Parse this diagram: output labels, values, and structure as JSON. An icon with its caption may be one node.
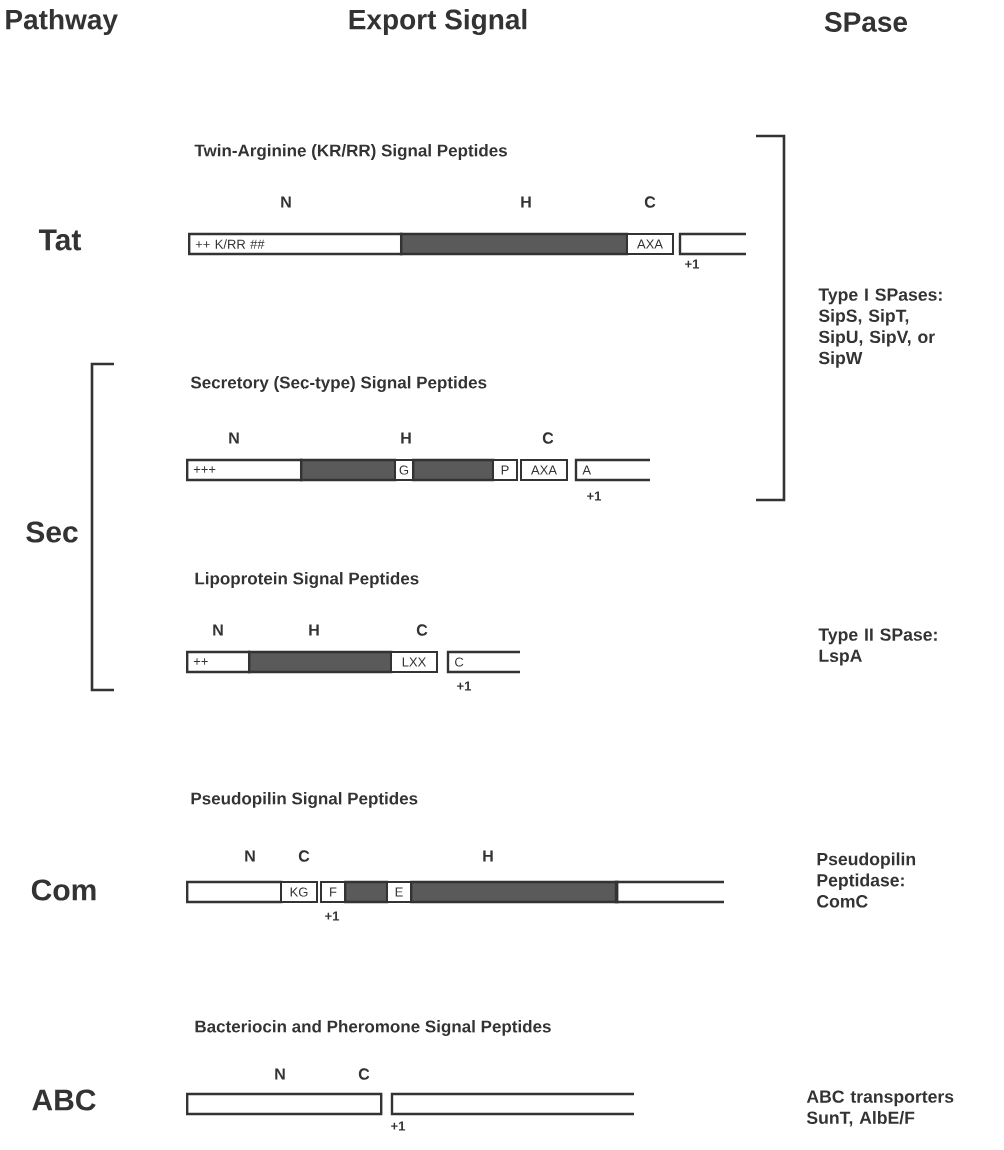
{
  "diagram": {
    "nodes": [
      {
        "text": [
          "++  K/RR  ##"
        ]
      },
      {
        "text": [],
        "shape": "bar"
      },
      {
        "text": [
          "AXA"
        ]
      },
      {
        "text": [],
        "shape": "bar"
      },
      {
        "text": [
          "+++"
        ]
      },
      {
        "text": [],
        "shape": "bar"
      },
      {
        "text": [
          "G"
        ]
      },
      {
        "text": [],
        "shape": "bar"
      },
      {
        "text": [
          "P"
        ]
      },
      {
        "text": [
          "AXA"
        ]
      },
      {
        "text": [
          "A"
        ]
      },
      {
        "text": [
          "++"
        ]
      },
      {
        "text": [],
        "shape": "bar"
      },
      {
        "text": [
          "LXX"
        ]
      },
      {
        "text": [
          "C"
        ]
      },
      {
        "text": [],
        "shape": "bar"
      },
      {
        "text": [
          "KG"
        ]
      },
      {
        "text": [
          "F"
        ]
      },
      {
        "text": [],
        "shape": "bar"
      },
      {
        "text": [
          "E"
        ]
      },
      {
        "text": [],
        "shape": "bar"
      },
      {
        "text": [],
        "shape": "bar"
      },
      {
        "text": [],
        "shape": "bar"
      },
      {
        "text": [],
        "shape": "bar"
      }
    ],
    "labels": [
      "Pathway",
      "Export Signal",
      "SPase",
      "Twin-Arginine (KR/RR) Signal Peptides",
      "N",
      "H",
      "C",
      "Tat",
      "+1",
      "Type I SPases: SipS, SipT, SipU, SipV, or SipW",
      "Secretory (Sec-type) Signal Peptides",
      "N",
      "H",
      "C",
      "+1",
      "Sec",
      "Lipoprotein Signal Peptides",
      "N",
      "H",
      "C",
      "+1",
      "Type II SPase: LspA",
      "Pseudopilin Signal Peptides",
      "N",
      "C",
      "H",
      "Com",
      "Pseudopilin Peptidase: ComC",
      "+1",
      "Bacteriocin and Pheromone Signal Peptides",
      "N",
      "C",
      "ABC",
      "ABC transporters SunT, AlbE/F",
      "+1"
    ]
  }
}
